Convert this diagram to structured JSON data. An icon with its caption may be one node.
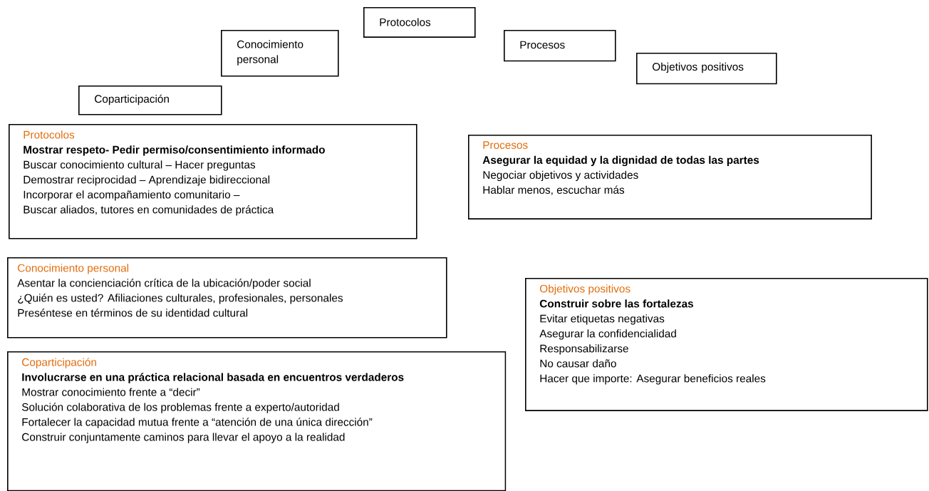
{
  "diagram": {
    "nodes": [
      {
        "text": [
          "Coparticipación"
        ]
      },
      {
        "text": [
          "Conocimiento personal"
        ]
      },
      {
        "text": [
          "Protocolos"
        ]
      },
      {
        "text": [
          "Procesos"
        ]
      },
      {
        "text": [
          "Objetivos positivos"
        ]
      },
      {
        "text": [
          "Protocolos",
          "Mostrar respeto- Pedir permiso/consentimiento informado",
          "Buscar conocimiento cultural – Hacer preguntas",
          "Demostrar reciprocidad – Aprendizaje bidireccional",
          "Incorporar el acompañamiento comunitario –",
          "Buscar aliados, tutores en comunidades de práctica"
        ]
      },
      {
        "text": [
          "Procesos",
          "Asegurar la equidad y la dignidad de todas las partes",
          "Negociar objetivos y actividades",
          "Hablar menos, escuchar más"
        ]
      },
      {
        "text": [
          "Conocimiento personal",
          "Asentar la concienciación crítica de la ubicación/poder social",
          "¿Quién es usted? Afiliaciones culturales, profesionales, personales",
          "Preséntese en términos de su identidad cultural"
        ]
      },
      {
        "text": [
          "Objetivos positivos",
          "Construir sobre las fortalezas",
          "Evitar etiquetas negativas",
          "Asegurar la confidencialidad",
          "Responsabilizarse",
          "No causar daño",
          "Hacer que importe: Asegurar beneficios reales"
        ]
      },
      {
        "text": [
          "Coparticipación",
          "Involucrarse en una práctica relacional basada en encuentros verdaderos",
          "Mostrar conocimiento frente a “decir”",
          "Solución colaborativa de los problemas frente a experto/autoridad",
          "Fortalecer la capacidad mutua frente a “atención de una única dirección”",
          "Construir conjuntamente caminos para llevar el apoyo a la realidad"
        ]
      }
    ]
  }
}
